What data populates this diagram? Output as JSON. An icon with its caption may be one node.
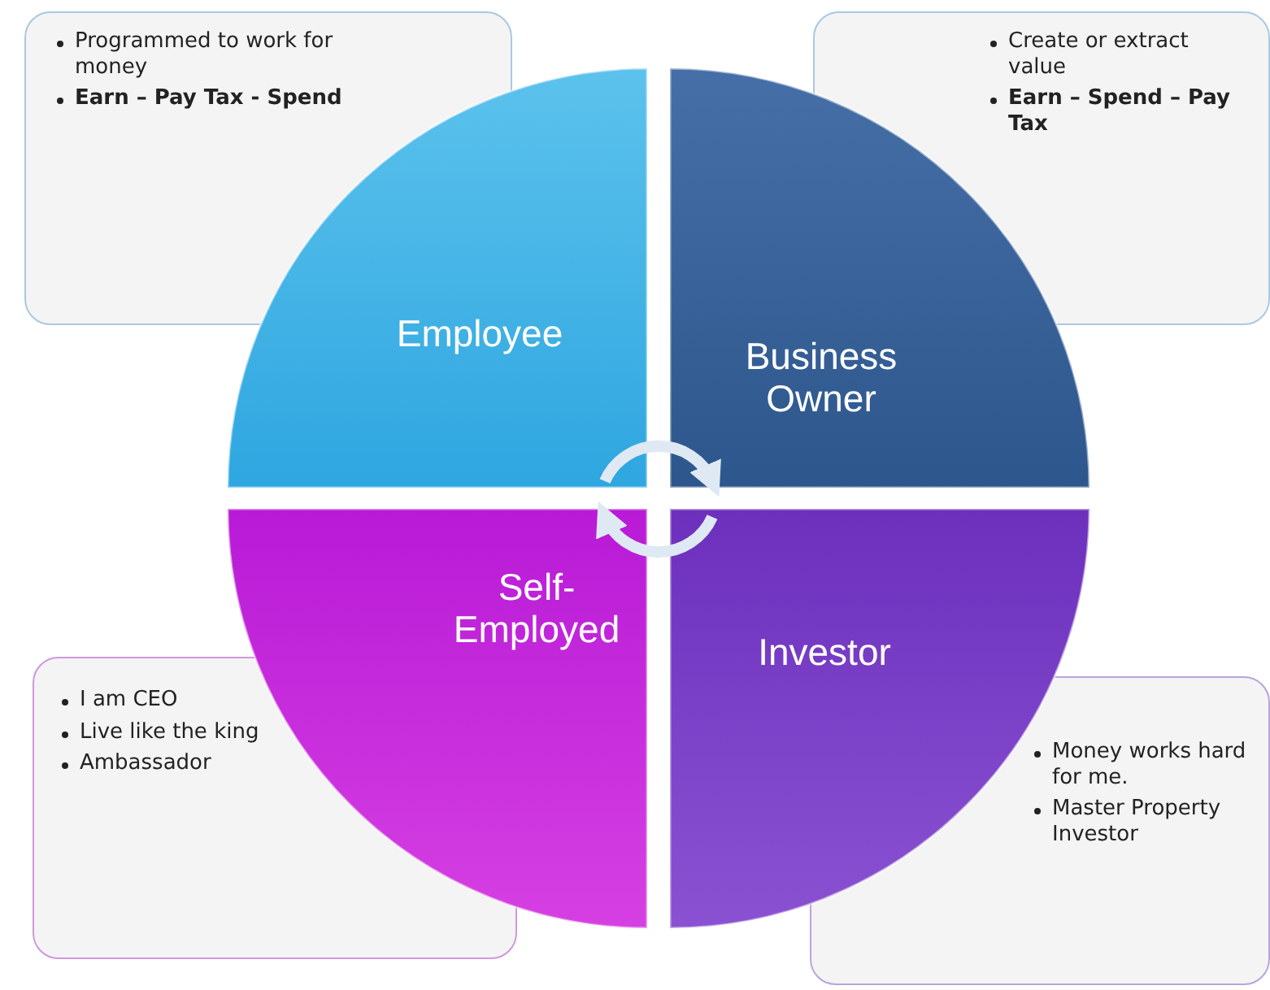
{
  "diagram": {
    "nodes": [
      {
        "text": [
          "Programmed to work for money",
          "**Earn – Pay Tax - Spend**"
        ]
      },
      {
        "text": [
          "Create or extract value",
          "**Earn – Spend – Pay Tax**"
        ]
      },
      {
        "text": [
          "Employee"
        ]
      },
      {
        "text": [
          "Business Owner"
        ]
      },
      {
        "text": [
          "Self-Employed"
        ]
      },
      {
        "text": [
          "Investor"
        ]
      },
      {
        "text": [
          "I am CEO",
          "Live like the king",
          "Ambassador"
        ]
      },
      {
        "text": [
          "Money works hard for me.",
          "Master Property Investor"
        ]
      }
    ],
    "edges": [
      {
        "from": 2,
        "to": 3,
        "arrow": "to"
      },
      {
        "from": 5,
        "to": 4,
        "arrow": "to"
      }
    ]
  }
}
